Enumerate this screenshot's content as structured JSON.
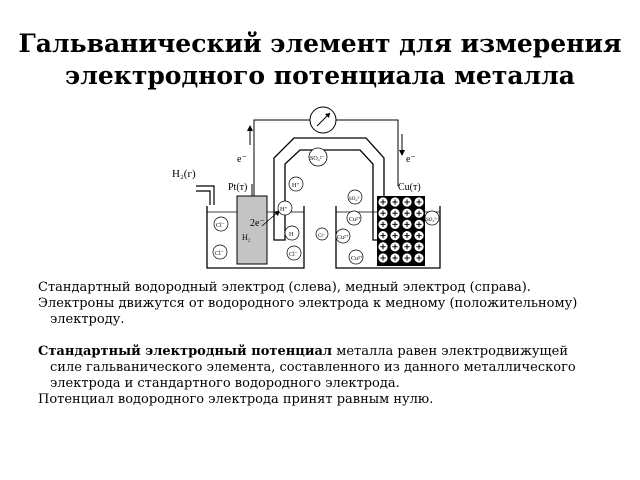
{
  "title": {
    "line1": "Гальванический элемент для измерения",
    "line2": "электродного потенциала металла"
  },
  "diagram": {
    "labels": {
      "h2_gas": "H₂(г)",
      "pt": "Pt(т)",
      "cu": "Cu(т)",
      "e_left": "e⁻",
      "e_right": "e⁻",
      "so4_bridge": "SO₄²⁻",
      "cu_bridge": "Cu²⁺",
      "k_bridge": "H⁺",
      "two_e": "2e⁻",
      "h2_el": "H₂",
      "h_plus": "H⁺",
      "h_ion": "H",
      "cl1": "Cl⁻",
      "cl2": "Cl⁻",
      "cl3": "Cl⁻",
      "cl4": "Cl⁻",
      "so4_left": "SO₄²⁻",
      "cu_r1": "Cu²⁺",
      "cu_r2": "Cu²⁺",
      "cu_r3": "Cu²⁺",
      "so4_right": "SO₄²⁻"
    }
  },
  "body": {
    "line1": "Стандартный водородный электрод (слева), медный  электрод (справа).",
    "line2": " Электроны движутся от водородного электрода к медному (положительному) электроду.",
    "def_bold": "Стандартный электродный потенциал",
    "def_rest": " металла равен электродвижущей силе гальванического элемента, составленного из данного металлического электрода и стандартного водородного электрода.",
    "line4": "Потенциал водородного электрода принят равным нулю."
  }
}
